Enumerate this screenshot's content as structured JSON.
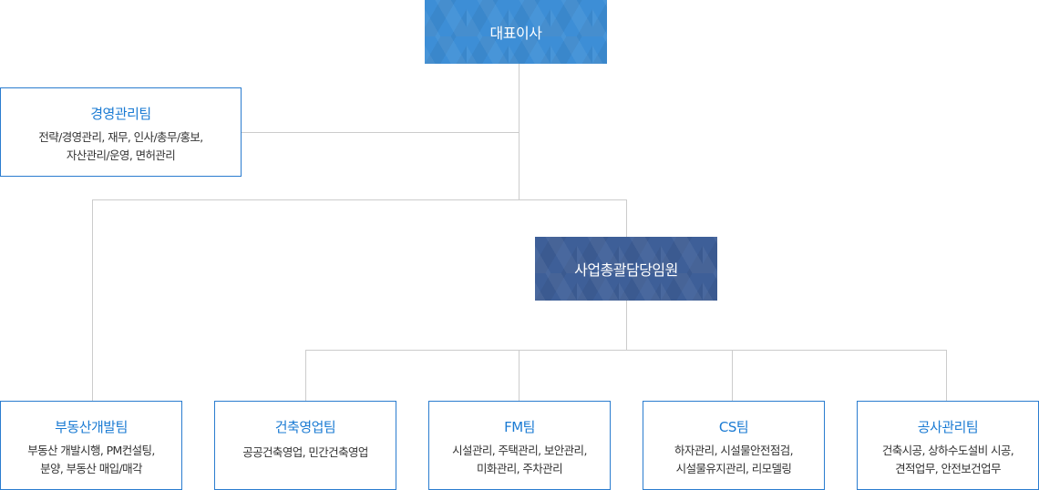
{
  "ceo": {
    "label": "대표이사"
  },
  "exec": {
    "label": "사업총괄담당임원"
  },
  "management": {
    "name": "경영관리팀",
    "desc": "전략/경영관리, 재무, 인사/총무/홍보,\n자산관리/운영, 면허관리"
  },
  "teams": [
    {
      "name": "부동산개발팀",
      "desc": "부동산 개발시행, PM컨설팅,\n분양, 부동산 매입/매각"
    },
    {
      "name": "건축영업팀",
      "desc": "공공건축영업, 민간건축영업"
    },
    {
      "name": "FM팀",
      "desc": "시설관리, 주택관리, 보안관리,\n미화관리, 주차관리"
    },
    {
      "name": "CS팀",
      "desc": "하자관리, 시설물안전점검,\n시설물유지관리, 리모델링"
    },
    {
      "name": "공사관리팀",
      "desc": "건축시공, 상하수도설비 시공,\n견적업무, 안전보건업무"
    }
  ],
  "colors": {
    "ceo": "#3d8ed6",
    "exec": "#3e5f98",
    "border": "#2a7ccf",
    "team_title": "#1b7bd3",
    "connector": "#cccccc"
  }
}
